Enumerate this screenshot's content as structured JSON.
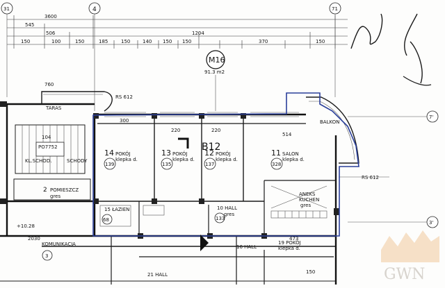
{
  "axes": {
    "a31": "31",
    "a4": "4",
    "a71": "71",
    "a31b": "3'",
    "a71b": "7'"
  },
  "dimensions": {
    "top1": "3600",
    "top2": "545",
    "top3": "506",
    "top4": "1204",
    "row": [
      "150",
      "100",
      "150",
      "185",
      "150",
      "140",
      "150",
      "150",
      "370",
      "150"
    ],
    "d760": "760",
    "d300": "300",
    "d220a": "220",
    "d220b": "220",
    "d514": "514",
    "d2030": "2030",
    "d473": "473",
    "d150b": "150",
    "d1028": "+10.28",
    "rs612a": "RS 612",
    "rs612b": "RS 612",
    "d104": "104"
  },
  "apartment": {
    "code": "M16",
    "area": "91.3 m2"
  },
  "rooms": [
    {
      "num": "14",
      "name": "POKÓJ",
      "floor": "klepka d.",
      "area": "139"
    },
    {
      "num": "13",
      "name": "POKÓJ",
      "floor": "klepka d.",
      "area": "135"
    },
    {
      "num": "12",
      "name": "POKÓJ",
      "floor": "klepka d.",
      "area": "137"
    },
    {
      "num": "11",
      "name": "SALON",
      "floor": "klepka d.",
      "area": "328"
    }
  ],
  "labels": {
    "taras": "TARAS",
    "balkon": "BALKON",
    "r2": "2",
    "pomieszcz": "POMIESZCZ",
    "gres1": "gres",
    "schody": "SCHODY",
    "pomiesz2": "PO7752",
    "b12": "B12",
    "aneks": "ANEKS",
    "kuchen": "KUCHEN",
    "gres2": "gres",
    "hall": "10 HALL",
    "gres3": "gres",
    "hall_area": "133",
    "lazien": "15 ŁAZIEN",
    "lazien_area": "68",
    "komunikacja": "KOMUNIKACJA",
    "r16": "16 HALL",
    "r19": "19 POKÓJ",
    "r19f": "klepka d.",
    "r21": "21 HALL",
    "kl_schod": "KL.SCHOD.",
    "r9": "3"
  },
  "watermark": "GWN"
}
